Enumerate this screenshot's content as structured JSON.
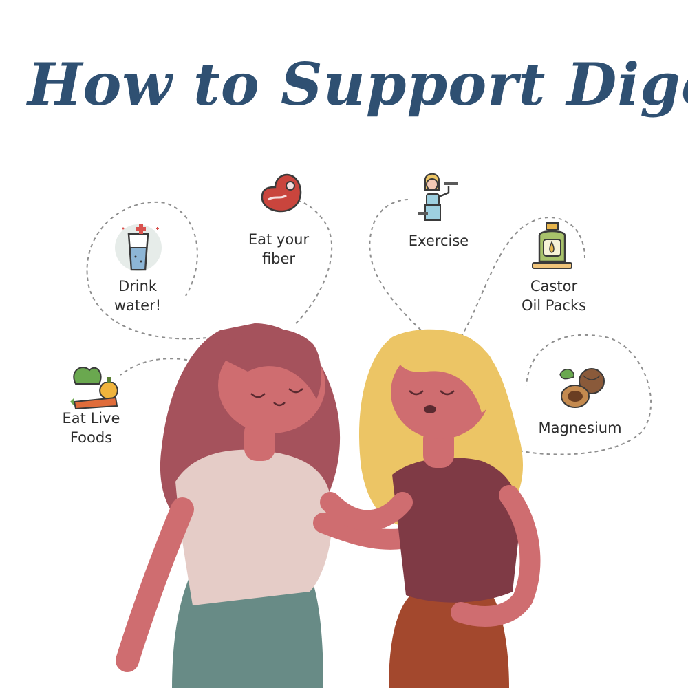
{
  "title": "How to Support Digestion",
  "tips": [
    {
      "label": "Drink\nwater!",
      "icon": "water-glass-icon"
    },
    {
      "label": "Eat your\nfiber",
      "icon": "steak-icon"
    },
    {
      "label": "Exercise",
      "icon": "dumbbell-woman-icon"
    },
    {
      "label": "Castor\nOil Packs",
      "icon": "oil-bottle-icon"
    },
    {
      "label": "Eat Live\nFoods",
      "icon": "vegetables-icon"
    },
    {
      "label": "Magnesium",
      "icon": "nuts-icon"
    }
  ],
  "illustration": {
    "subject": "two-women-walking"
  },
  "colors": {
    "title": "#2f5072",
    "dashed_line": "#8e8e8e",
    "woman_left_hair": "#a5525c",
    "woman_right_hair": "#ecc565",
    "skin": "#cf6d70"
  }
}
